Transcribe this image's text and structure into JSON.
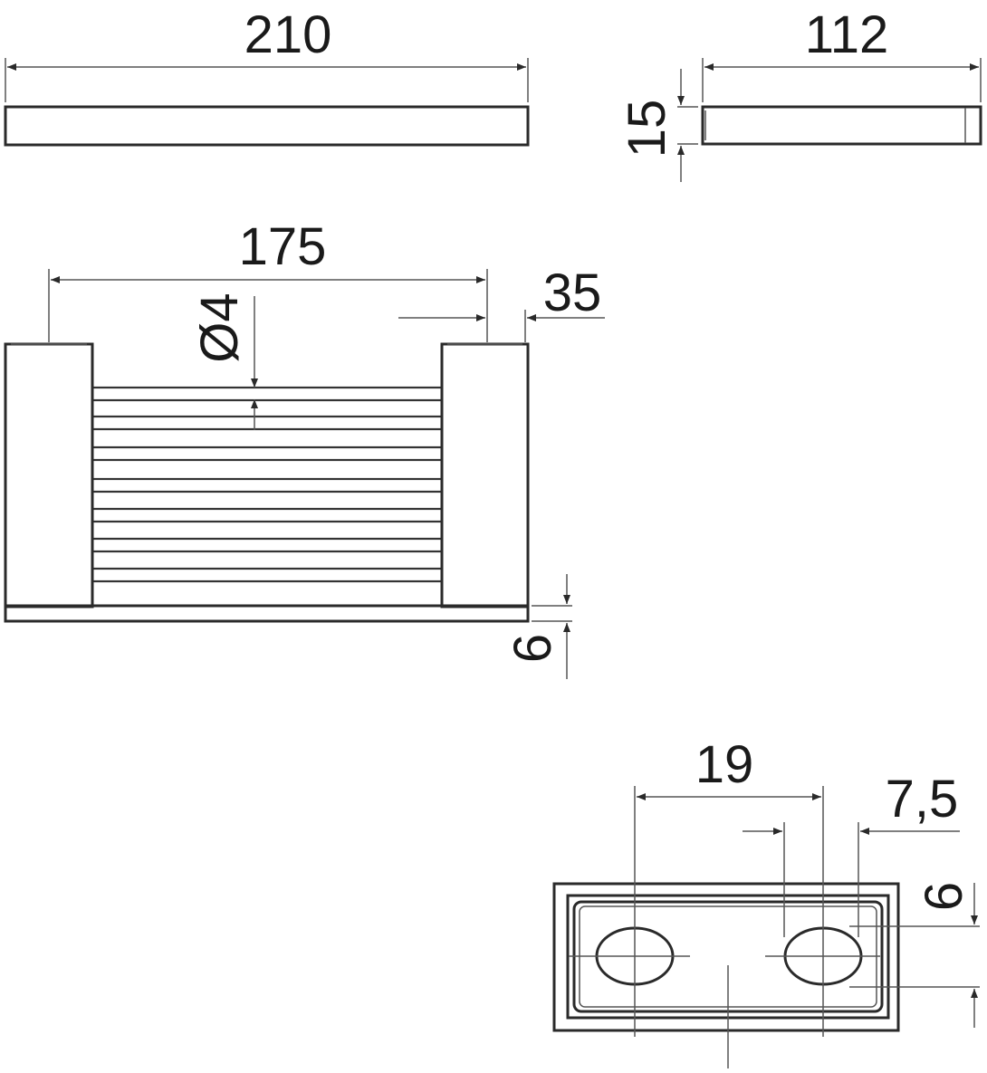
{
  "dimensions": {
    "top_length": "210",
    "side_width": "112",
    "side_height": "15",
    "rail_spacing": "175",
    "rod_diameter": "Ø4",
    "post_width": "35",
    "base_thickness": "6",
    "hole_spacing": "19",
    "hole_width": "7,5",
    "hole_height": "6"
  },
  "colors": {
    "line": "#2a2a2a",
    "background": "#ffffff"
  }
}
